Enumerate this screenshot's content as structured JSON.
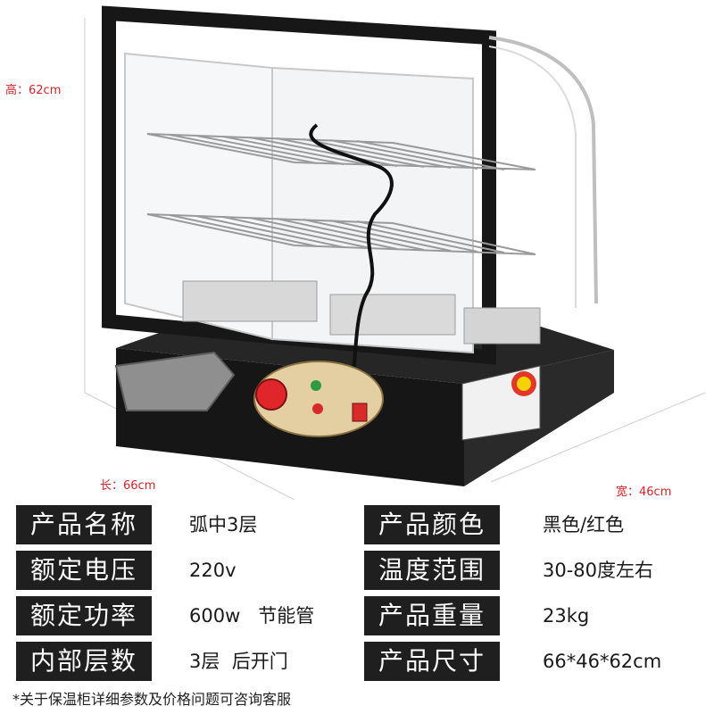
{
  "dimensions": {
    "height_label": "高：62cm",
    "length_label": "长：66cm",
    "width_label": "宽：46cm"
  },
  "specs": [
    {
      "left_key": "产品名称",
      "left_value": "弧中3层",
      "right_key": "产品颜色",
      "right_value": "黑色/红色"
    },
    {
      "left_key": "额定电压",
      "left_value": "220v",
      "right_key": "温度范围",
      "right_value": "30-80度左右"
    },
    {
      "left_key": "额定功率",
      "left_value": "600w   节能管",
      "right_key": "产品重量",
      "right_value": "23kg"
    },
    {
      "left_key": "内部层数",
      "left_value": "3层  后开门",
      "right_key": "产品尺寸",
      "right_value": "66*46*62cm"
    }
  ],
  "footnote": "*关于保温柜详细参数及价格问题可咨询客服",
  "colors": {
    "dimension_text": "#d2232a",
    "label_bg": "#1f1f1f",
    "cabinet_body": "#1b1b1b",
    "knob_red": "#e0262b"
  }
}
